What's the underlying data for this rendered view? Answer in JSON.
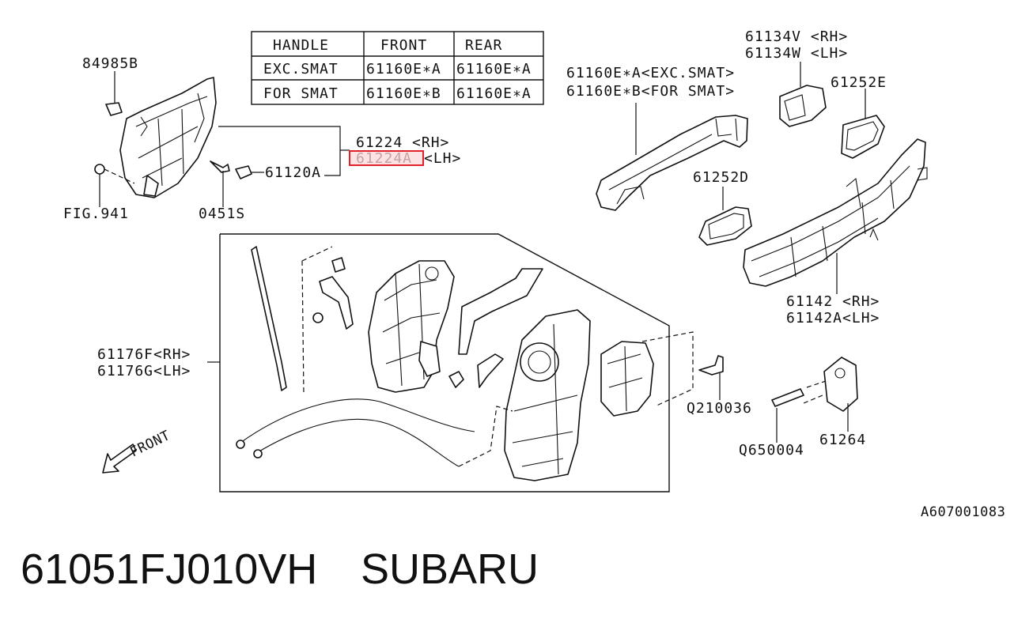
{
  "table": {
    "headers": [
      "HANDLE",
      "FRONT",
      "REAR"
    ],
    "rows": [
      [
        "EXC.SMAT",
        "61160E∗A",
        "61160E∗A"
      ],
      [
        "FOR SMAT",
        "61160E∗B",
        "61160E∗A"
      ]
    ]
  },
  "callouts": {
    "p84985b": "84985B",
    "p61224_rh": "61224  <RH>",
    "p61224a": "61224A",
    "p61224a_lh": "<LH>",
    "p61120a": "61120A",
    "fig941": "FIG.941",
    "p0451s": "0451S",
    "p61160ea": "61160E∗A<EXC.SMAT>",
    "p61160eb": "61160E∗B<FOR SMAT>",
    "p61134v": "61134V <RH>",
    "p61134w": "61134W <LH>",
    "p61252e": "61252E",
    "p61252d": "61252D",
    "p61142_rh": "61142  <RH>",
    "p61142a_lh": "61142A<LH>",
    "p61176f": "61176F<RH>",
    "p61176g": "61176G<LH>",
    "q210036": "Q210036",
    "q650004": "Q650004",
    "p61264": "61264",
    "front": "FRONT"
  },
  "highlight": {
    "color": "#e0202a",
    "fill": "#fbe3e3"
  },
  "reference_code": "A607001083",
  "footer": {
    "part_number": "61051FJ010VH",
    "brand": "SUBARU"
  }
}
